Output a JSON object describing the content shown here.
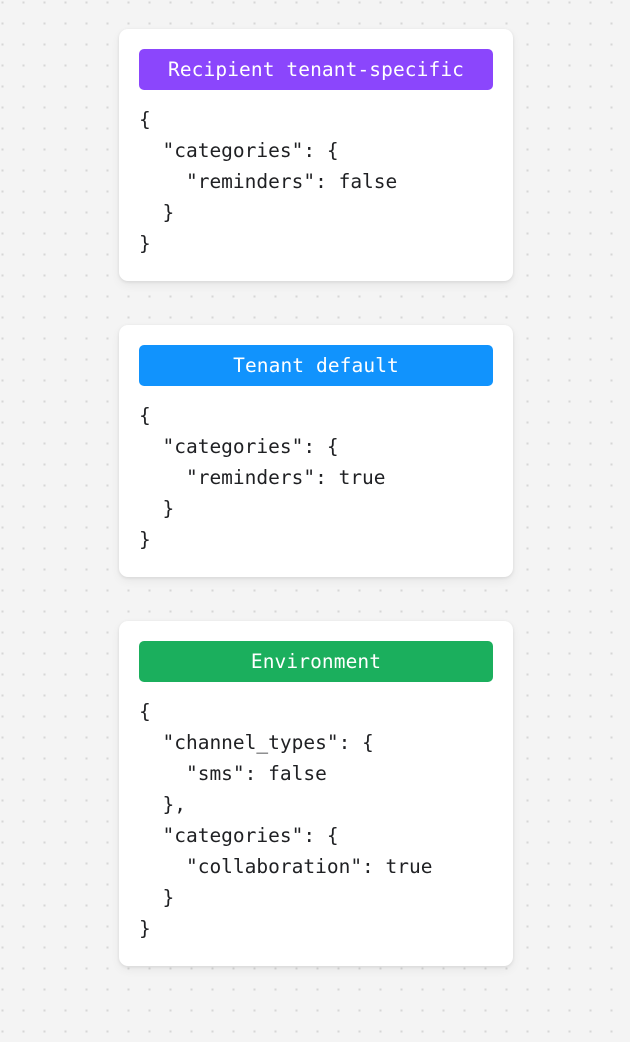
{
  "page": {
    "background_color": "#f4f4f4",
    "dot_color": "#d6d6d6",
    "card_background": "#ffffff",
    "code_text_color": "#1f2023"
  },
  "cards": [
    {
      "title": "Recipient tenant-specific",
      "accent_color": "#8b46fc",
      "code": "{\n  \"categories\": {\n    \"reminders\": false\n  }\n}"
    },
    {
      "title": "Tenant default",
      "accent_color": "#1193fd",
      "code": "{\n  \"categories\": {\n    \"reminders\": true\n  }\n}"
    },
    {
      "title": "Environment",
      "accent_color": "#1baf5d",
      "code": "{\n  \"channel_types\": {\n    \"sms\": false\n  },\n  \"categories\": {\n    \"collaboration\": true\n  }\n}"
    }
  ]
}
